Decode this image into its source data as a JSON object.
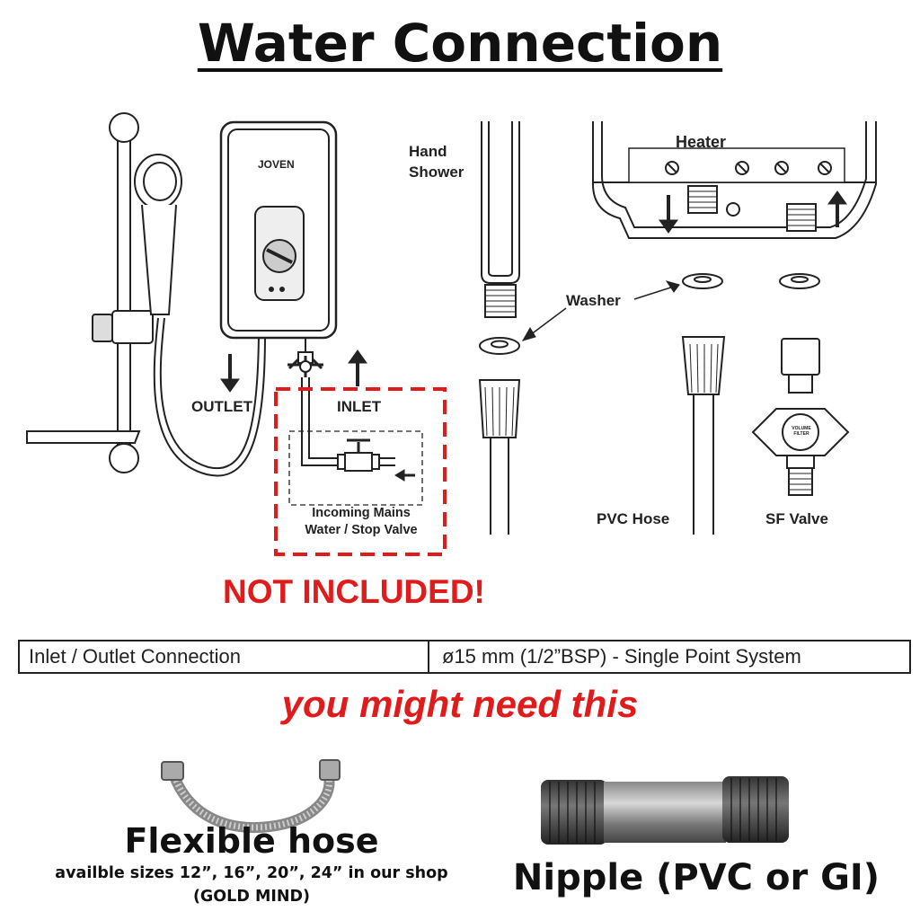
{
  "title": "Water Connection",
  "heater_brand": "JOVEN",
  "labels": {
    "outlet": "OUTLET",
    "inlet": "INLET",
    "incoming_line1": "Incoming Mains",
    "incoming_line2": "Water / Stop Valve",
    "hand_shower_line1": "Hand",
    "hand_shower_line2": "Shower",
    "washer": "Washer",
    "heater": "Heater",
    "pvc_hose": "PVC Hose",
    "sf_valve": "SF Valve",
    "volume_filter": "VOLUME FILTER"
  },
  "not_included": "NOT INCLUDED!",
  "spec_table": {
    "label": "Inlet / Outlet Connection",
    "value": "ø15 mm (1/2”BSP) - Single Point System"
  },
  "might_need": "you might need this",
  "flexible_hose": {
    "title": "Flexible hose",
    "sizes": "availble sizes 12”, 16”, 20”, 24” in our shop",
    "shop": "(GOLD MIND)"
  },
  "nipple": {
    "title": "Nipple (PVC or GI)"
  },
  "colors": {
    "accent_red": "#e01b1b",
    "line": "#222222"
  }
}
